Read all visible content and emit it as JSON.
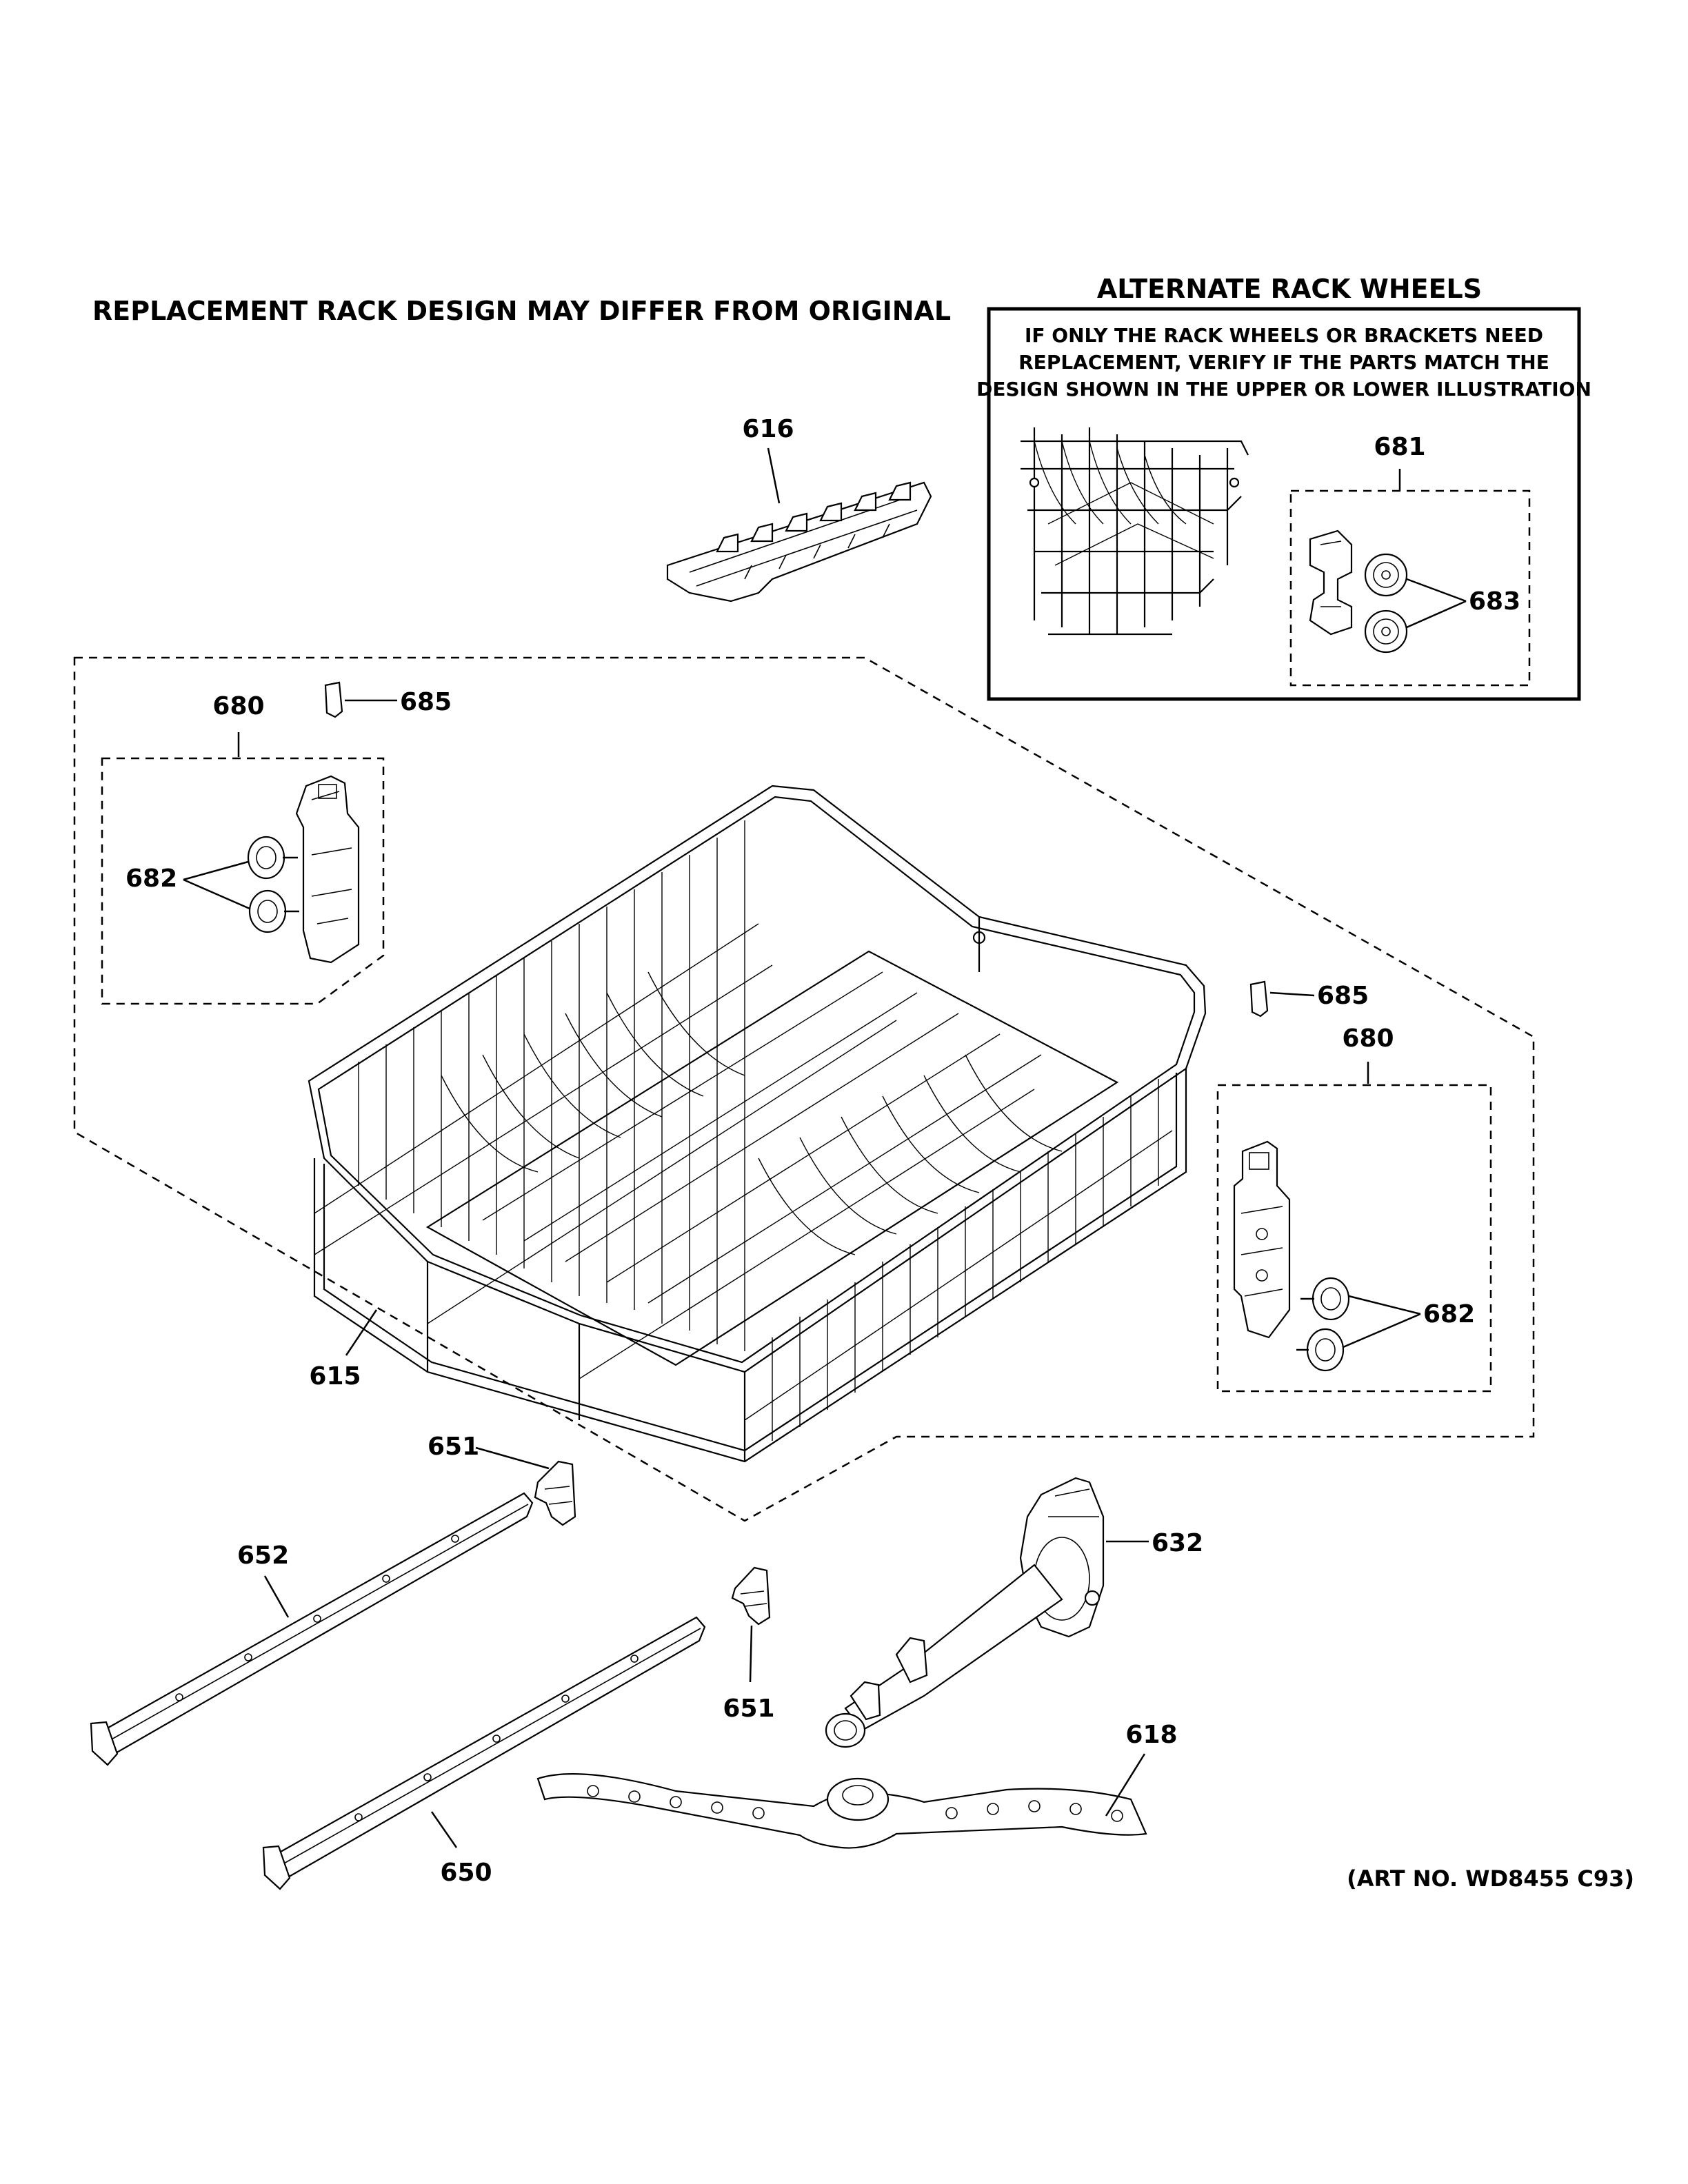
{
  "header": {
    "notice": "REPLACEMENT RACK DESIGN MAY DIFFER FROM ORIGINAL",
    "alt_title": "ALTERNATE RACK WHEELS",
    "alt_note_line1": "IF ONLY THE RACK WHEELS OR BRACKETS NEED",
    "alt_note_line2": "REPLACEMENT, VERIFY IF THE PARTS MATCH THE",
    "alt_note_line3": "DESIGN SHOWN IN THE UPPER OR LOWER ILLUSTRATION"
  },
  "labels": {
    "p616": "616",
    "p681": "681",
    "p683": "683",
    "p680_left": "680",
    "p685_top": "685",
    "p682_left": "682",
    "p685_right": "685",
    "p680_right": "680",
    "p682_right": "682",
    "p615": "615",
    "p651_top": "651",
    "p632": "632",
    "p652": "652",
    "p651_bottom": "651",
    "p618": "618",
    "p650": "650"
  },
  "footer": {
    "art_no": "(ART NO. WD8455 C93)"
  }
}
